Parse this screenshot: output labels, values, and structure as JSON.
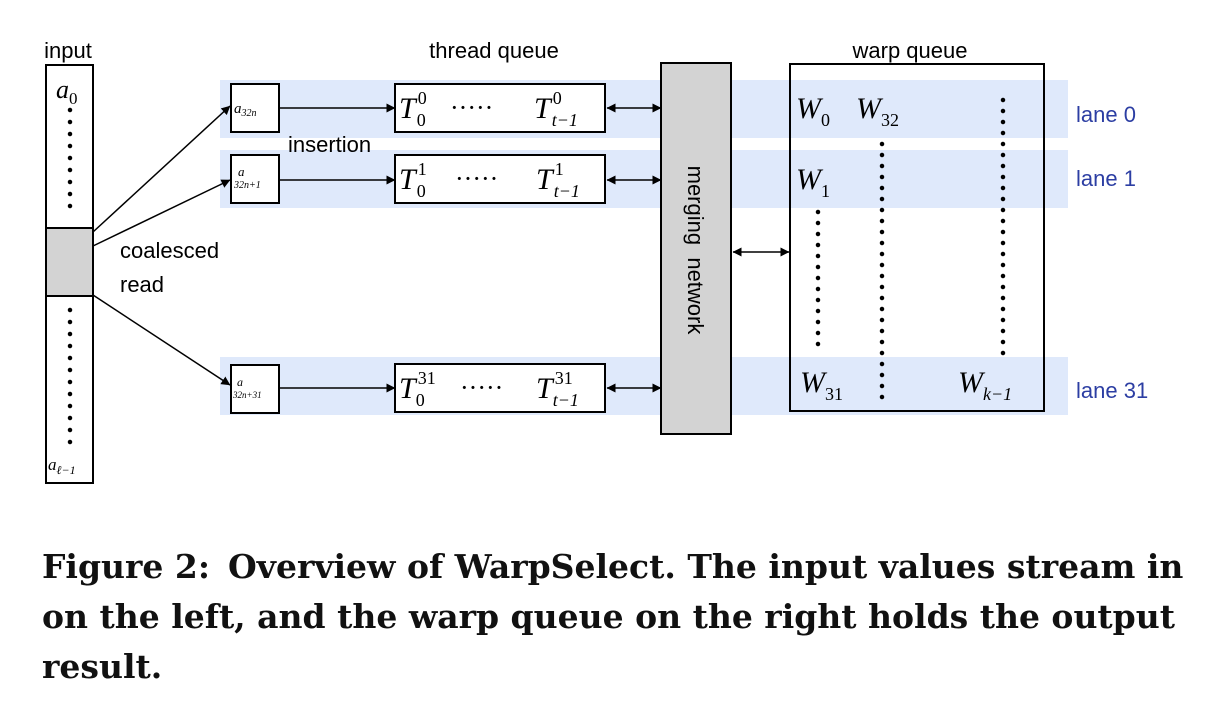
{
  "labels": {
    "input": "input",
    "thread_queue": "thread queue",
    "warp_queue": "warp queue",
    "insertion": "insertion",
    "coalesced": "coalesced",
    "read": "read",
    "merging_network": "merging  network"
  },
  "input_column": {
    "top": {
      "base": "a",
      "sub": "0"
    },
    "bottom": {
      "base": "a",
      "sub": "ℓ−1"
    }
  },
  "lanes": [
    {
      "label": "lane 0",
      "insert": {
        "base": "a",
        "sub": "32n"
      },
      "thread_first": {
        "base": "T",
        "sup": "0",
        "sub": "0"
      },
      "thread_last": {
        "base": "T",
        "sup": "0",
        "sub": "t−1"
      }
    },
    {
      "label": "lane 1",
      "insert": {
        "base": "a",
        "sub": "32n+1"
      },
      "thread_first": {
        "base": "T",
        "sup": "1",
        "sub": "0"
      },
      "thread_last": {
        "base": "T",
        "sup": "1",
        "sub": "t−1"
      }
    },
    {
      "label": "lane 31",
      "insert": {
        "base": "a",
        "sub": "32n+31"
      },
      "thread_first": {
        "base": "T",
        "sup": "31",
        "sub": "0"
      },
      "thread_last": {
        "base": "T",
        "sup": "31",
        "sub": "t−1"
      }
    }
  ],
  "thread_dots": "·····",
  "warp": {
    "w0": {
      "base": "W",
      "sub": "0"
    },
    "w32": {
      "base": "W",
      "sub": "32"
    },
    "w1": {
      "base": "W",
      "sub": "1"
    },
    "w31": {
      "base": "W",
      "sub": "31"
    },
    "wk1": {
      "base": "W",
      "sub": "k−1"
    }
  },
  "caption": {
    "label": "Figure 2:",
    "text": "Overview of WarpSelect. The input values stream in on the left, and the warp queue on the right holds the output result."
  },
  "colors": {
    "lane_band": "#dfe9fb",
    "lane_label": "#2c3ea3",
    "coalesced_fill": "#d3d3d3",
    "merge_fill": "#d3d3d3",
    "stroke": "#000000"
  }
}
